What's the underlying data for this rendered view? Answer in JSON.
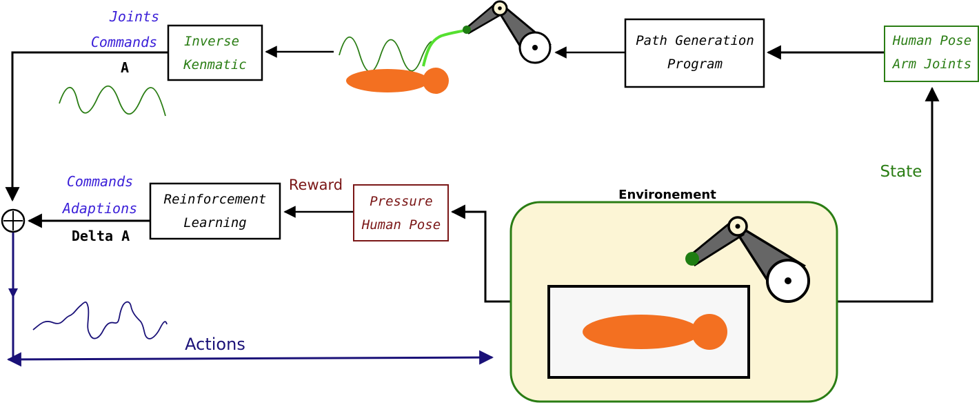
{
  "colors": {
    "arrow": "#000000",
    "actions": "#1a1178",
    "label_blue": "#3a1fd8",
    "green": "#2a7d14",
    "dark_red": "#7a1616",
    "orange": "#f37021",
    "robot_gray": "#666666",
    "env_fill": "#fcf5d5",
    "bed_fill": "#f7f7f7"
  },
  "top_row": {
    "joints_commands_line1": "Joints",
    "joints_commands_line2": "Commands",
    "signal_a": "A",
    "inverse_line1": "Inverse",
    "inverse_line2": "Kenmatic",
    "path_line1": "Path Generation",
    "path_line2": "Program",
    "human_pose_line1": "Human Pose",
    "human_pose_line2": "Arm Joints"
  },
  "middle_row": {
    "commands_line1": "Commands",
    "commands_line2": "Adaptions",
    "delta_a": "Delta A",
    "rl_line1": "Reinforcement",
    "rl_line2": "Learning",
    "reward": "Reward",
    "pressure_line1": "Pressure",
    "pressure_line2": "Human Pose",
    "state": "State"
  },
  "environment": {
    "title": "Environement"
  },
  "bottom": {
    "actions": "Actions"
  },
  "icons": {
    "sum": "circled-plus-icon",
    "robot": "robot-arm-icon",
    "human": "lying-human-icon",
    "wave": "sine-wave-icon",
    "noisy_wave": "noisy-wave-icon"
  }
}
